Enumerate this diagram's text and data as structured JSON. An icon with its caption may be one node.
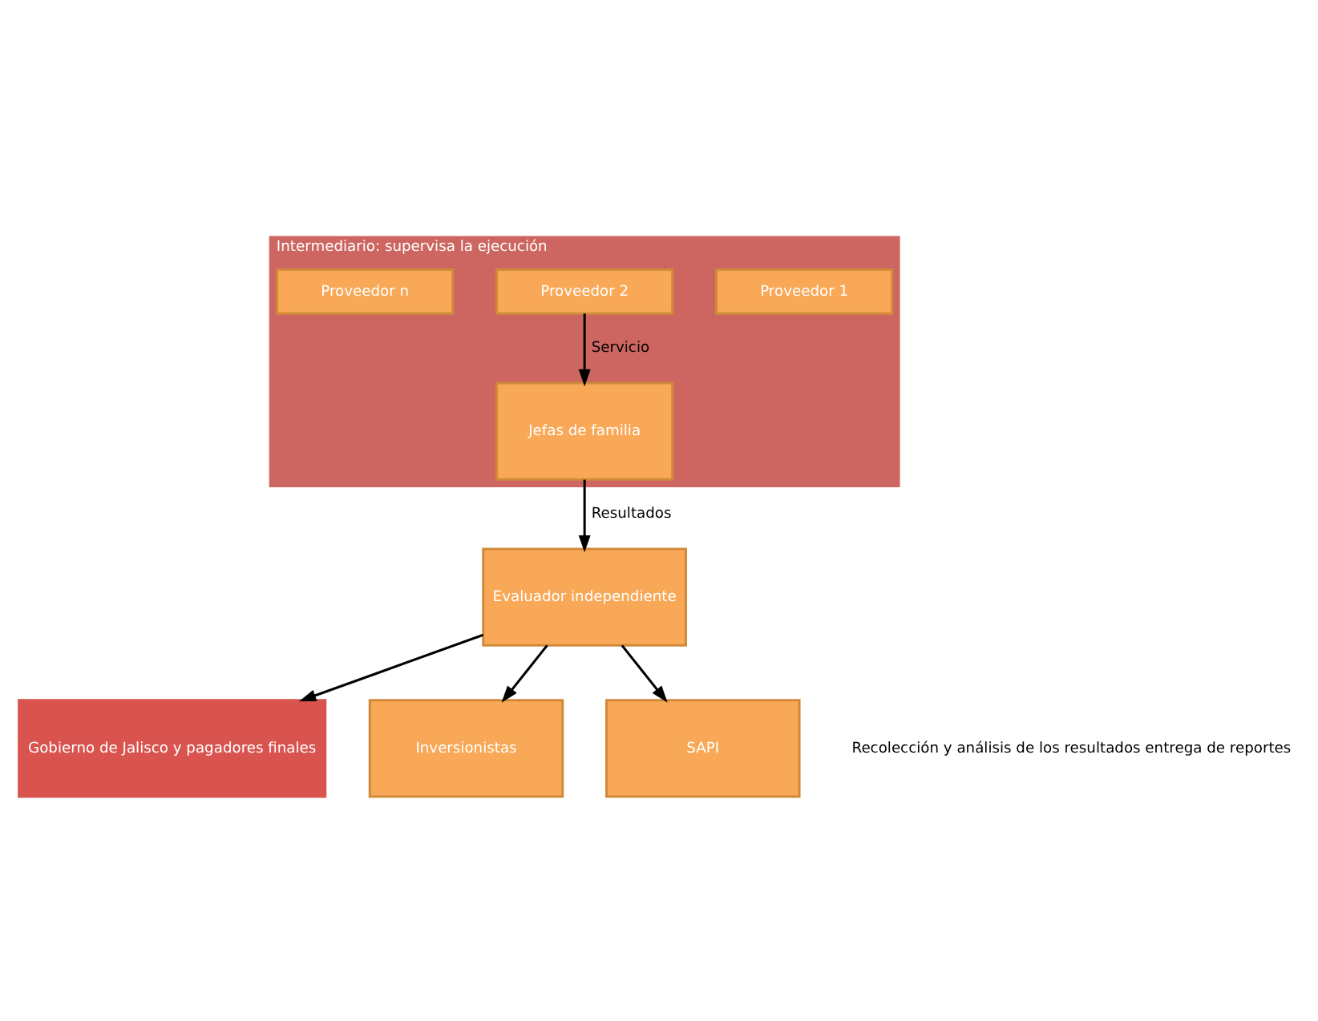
{
  "diagram": {
    "nodes": [
      {
        "text": [
          "Intermediario: supervisa la ejecución"
        ]
      },
      {
        "text": [
          "Proveedor 1"
        ],
        "in": 0
      },
      {
        "text": [
          "Proveedor 2"
        ],
        "in": 0
      },
      {
        "text": [
          "Proveedor n"
        ],
        "in": 0
      },
      {
        "text": [
          "Jefas de familia"
        ],
        "in": 0
      },
      {
        "text": [
          "Evaluador independiente"
        ]
      },
      {
        "text": [
          "Gobierno de Jalisco y pagadores finales"
        ]
      },
      {
        "text": [
          "Inversionistas"
        ]
      },
      {
        "text": [
          "SAPI"
        ]
      }
    ],
    "edges": [
      {
        "from": 2,
        "to": 4,
        "arrow": "to",
        "label": "Servicio"
      },
      {
        "from": 4,
        "to": 5,
        "arrow": "to",
        "label": "Resultados"
      },
      {
        "from": 5,
        "to": 6,
        "arrow": "to"
      },
      {
        "from": 5,
        "to": 7,
        "arrow": "to"
      },
      {
        "from": 5,
        "to": 8,
        "arrow": "to"
      }
    ],
    "labels": [
      "Recolección y análisis de los resultados entrega de reportes"
    ]
  }
}
